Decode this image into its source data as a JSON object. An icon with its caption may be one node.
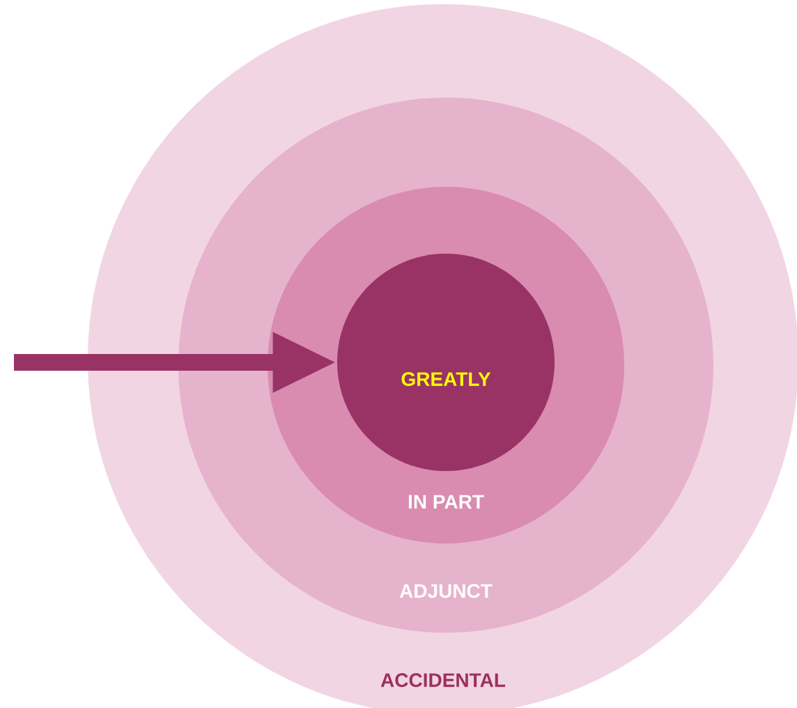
{
  "diagram": {
    "nodes": [
      {
        "text": [
          "ACCIDENTAL"
        ]
      },
      {
        "text": [
          "ADJUNCT"
        ],
        "in": 0
      },
      {
        "text": [
          "IN PART"
        ],
        "in": 1
      },
      {
        "text": [
          "GREATLY"
        ],
        "in": 2
      }
    ],
    "edges": [
      {
        "from": null,
        "to": 3,
        "arrow": "to"
      }
    ]
  }
}
